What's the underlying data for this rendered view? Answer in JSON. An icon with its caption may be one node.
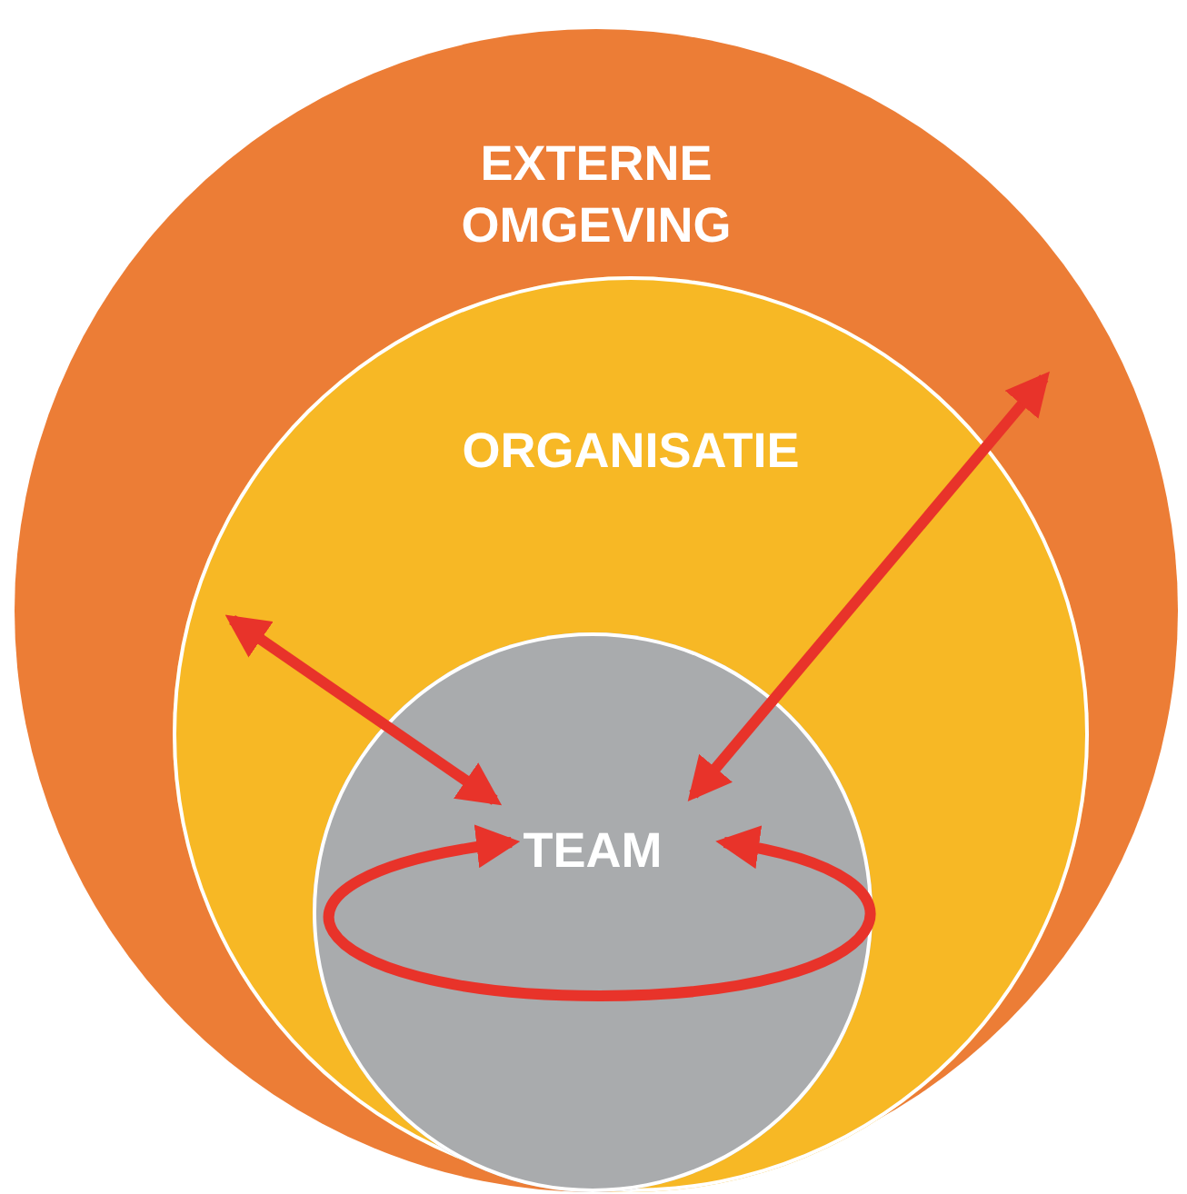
{
  "diagram": {
    "nodes": [
      {
        "text": [
          "EXTERNE OMGEVING"
        ]
      },
      {
        "text": [
          "ORGANISATIE"
        ],
        "in": 0
      },
      {
        "text": [
          "TEAM"
        ],
        "in": 1
      }
    ],
    "edges": [
      {
        "from": 2,
        "to": 1,
        "arrow": "both"
      },
      {
        "from": 2,
        "to": 0,
        "arrow": "both"
      },
      {
        "from": 2,
        "to": 2,
        "arrow": "both"
      }
    ]
  }
}
